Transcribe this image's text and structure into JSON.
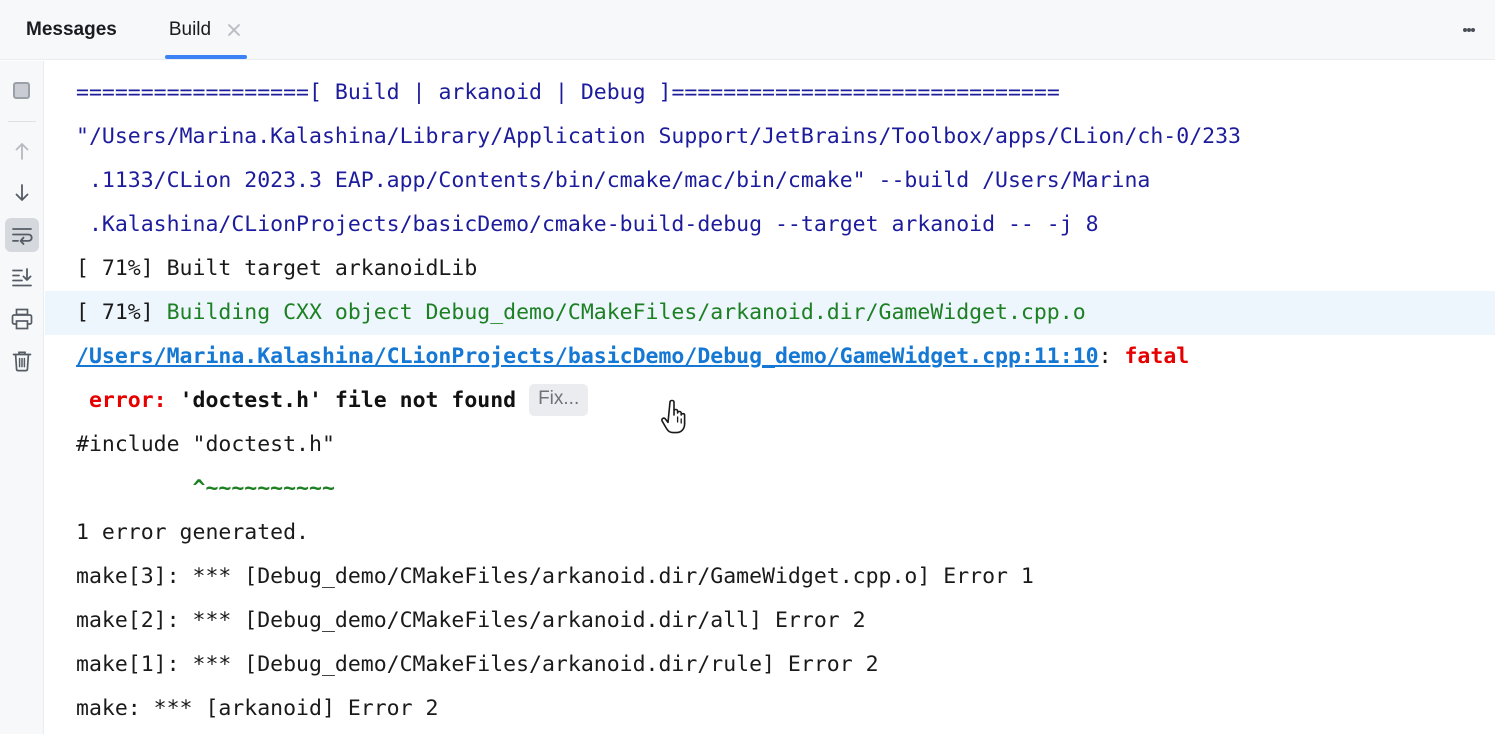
{
  "tabs": [
    {
      "label": "Messages",
      "active": false,
      "bold": true,
      "closable": false
    },
    {
      "label": "Build",
      "active": true,
      "bold": false,
      "closable": true
    }
  ],
  "header": {
    "more_menu": "more-options"
  },
  "toolbar": {
    "items": [
      {
        "name": "stop-button",
        "glyph": "stop",
        "enabled": true
      },
      {
        "name": "previous-occurrence-button",
        "glyph": "arrow-up",
        "enabled": false
      },
      {
        "name": "next-occurrence-button",
        "glyph": "arrow-down",
        "enabled": true
      },
      {
        "name": "soft-wrap-button",
        "glyph": "soft-wrap",
        "enabled": true,
        "selected": true
      },
      {
        "name": "scroll-to-end-button",
        "glyph": "scroll-to-end",
        "enabled": true
      },
      {
        "name": "print-button",
        "glyph": "printer",
        "enabled": true
      },
      {
        "name": "clear-all-button",
        "glyph": "trash",
        "enabled": true
      }
    ]
  },
  "console": {
    "lines": {
      "l1_eq_left": "==================",
      "l1_bracket_open": "[ Build | arkanoid | Debug ]",
      "l1_eq_right": "==============================",
      "l2": "\"/Users/Marina.Kalashina/Library/Application Support/JetBrains/Toolbox/apps/CLion/ch-0/233",
      "l3": " .1133/CLion 2023.3 EAP.app/Contents/bin/cmake/mac/bin/cmake\" --build /Users/Marina",
      "l4": " .Kalashina/CLionProjects/basicDemo/cmake-build-debug --target arkanoid -- -j 8",
      "l5": "[ 71%] Built target arkanoidLib",
      "l6_prefix": "[ 71%] ",
      "l6_green": "Building CXX object Debug_demo/CMakeFiles/arkanoid.dir/GameWidget.cpp.o",
      "l7_link": "/Users/Marina.Kalashina/CLionProjects/basicDemo/Debug_demo/GameWidget.cpp:11:10",
      "l7_colon": ": ",
      "l7_fatal": "fatal",
      "l8_indent": " ",
      "l8_error": "error:",
      "l8_msg": " 'doctest.h' file not found ",
      "l8_fix_button": "Fix...",
      "l9": "#include \"doctest.h\"",
      "l10_indent": "         ",
      "l10_carets": "^~~~~~~~~~~",
      "l11": "1 error generated.",
      "l12": "make[3]: *** [Debug_demo/CMakeFiles/arkanoid.dir/GameWidget.cpp.o] Error 1",
      "l13": "make[2]: *** [Debug_demo/CMakeFiles/arkanoid.dir/all] Error 2",
      "l14": "make[1]: *** [Debug_demo/CMakeFiles/arkanoid.dir/rule] Error 2",
      "l15": "make: *** [arkanoid] Error 2"
    }
  },
  "colors": {
    "navy": "#1c1c9c",
    "green": "#1d8023",
    "red": "#e60000",
    "link": "#1478d4",
    "tab_accent": "#3b82f6",
    "highlight_row": "#edf5fd",
    "chrome_bg": "#f7f8fa"
  }
}
